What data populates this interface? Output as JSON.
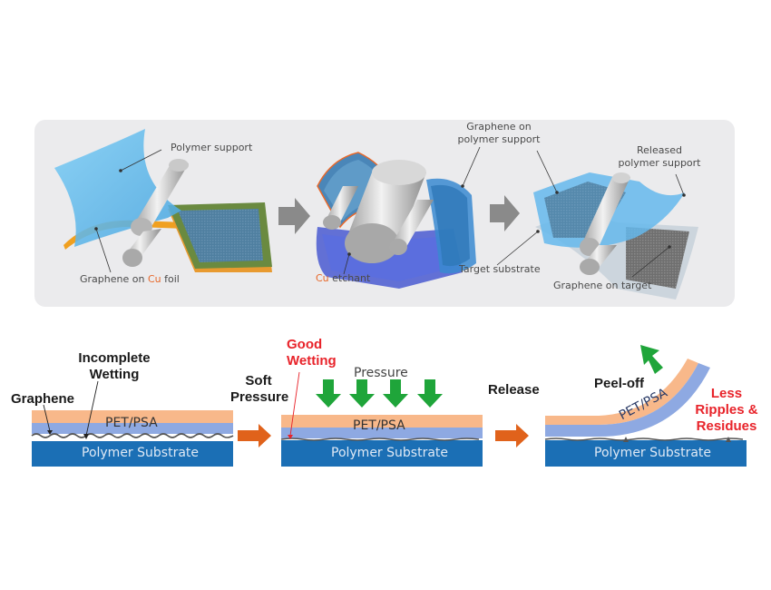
{
  "top_process": {
    "step1": {
      "label_support": "Polymer support",
      "label_foil_pre": "Graphene on ",
      "label_foil_cu": "Cu",
      "label_foil_post": " foil"
    },
    "step2": {
      "label_etchant_cu": "Cu",
      "label_etchant_post": " etchant",
      "label_graphene_line1": "Graphene on",
      "label_graphene_line2": "polymer support",
      "label_target": "Target substrate"
    },
    "step3": {
      "label_released_line1": "Released",
      "label_released_line2": "polymer support",
      "label_on_target": "Graphene on target"
    }
  },
  "bottom_process": {
    "stage1": {
      "incomplete_line1": "Incomplete",
      "incomplete_line2": "Wetting",
      "graphene": "Graphene",
      "pet_psa": "PET/PSA",
      "substrate": "Polymer Substrate"
    },
    "arrow1": {
      "line1": "Soft",
      "line2": "Pressure"
    },
    "stage2": {
      "good_line1": "Good",
      "good_line2": "Wetting",
      "pressure": "Pressure",
      "pet_psa": "PET/PSA",
      "substrate": "Polymer Substrate"
    },
    "arrow2": {
      "label": "Release"
    },
    "stage3": {
      "peel_off": "Peel-off",
      "pet_psa": "PET/PSA",
      "less_line1": "Less",
      "less_line2": "Ripples &",
      "less_line3": "Residues",
      "substrate": "Polymer Substrate"
    }
  },
  "colors": {
    "panel_bg": "#ebebed",
    "pet_orange": "#f8b88a",
    "psa_blue": "#8ea9e2",
    "substrate_blue": "#1b6fb5",
    "arrow_orange": "#e0621b",
    "pressure_green": "#1fa53a",
    "highlight_red": "#e8232a",
    "cu_orange": "#e8682a",
    "process_arrow_gray": "#8a8a8a"
  }
}
